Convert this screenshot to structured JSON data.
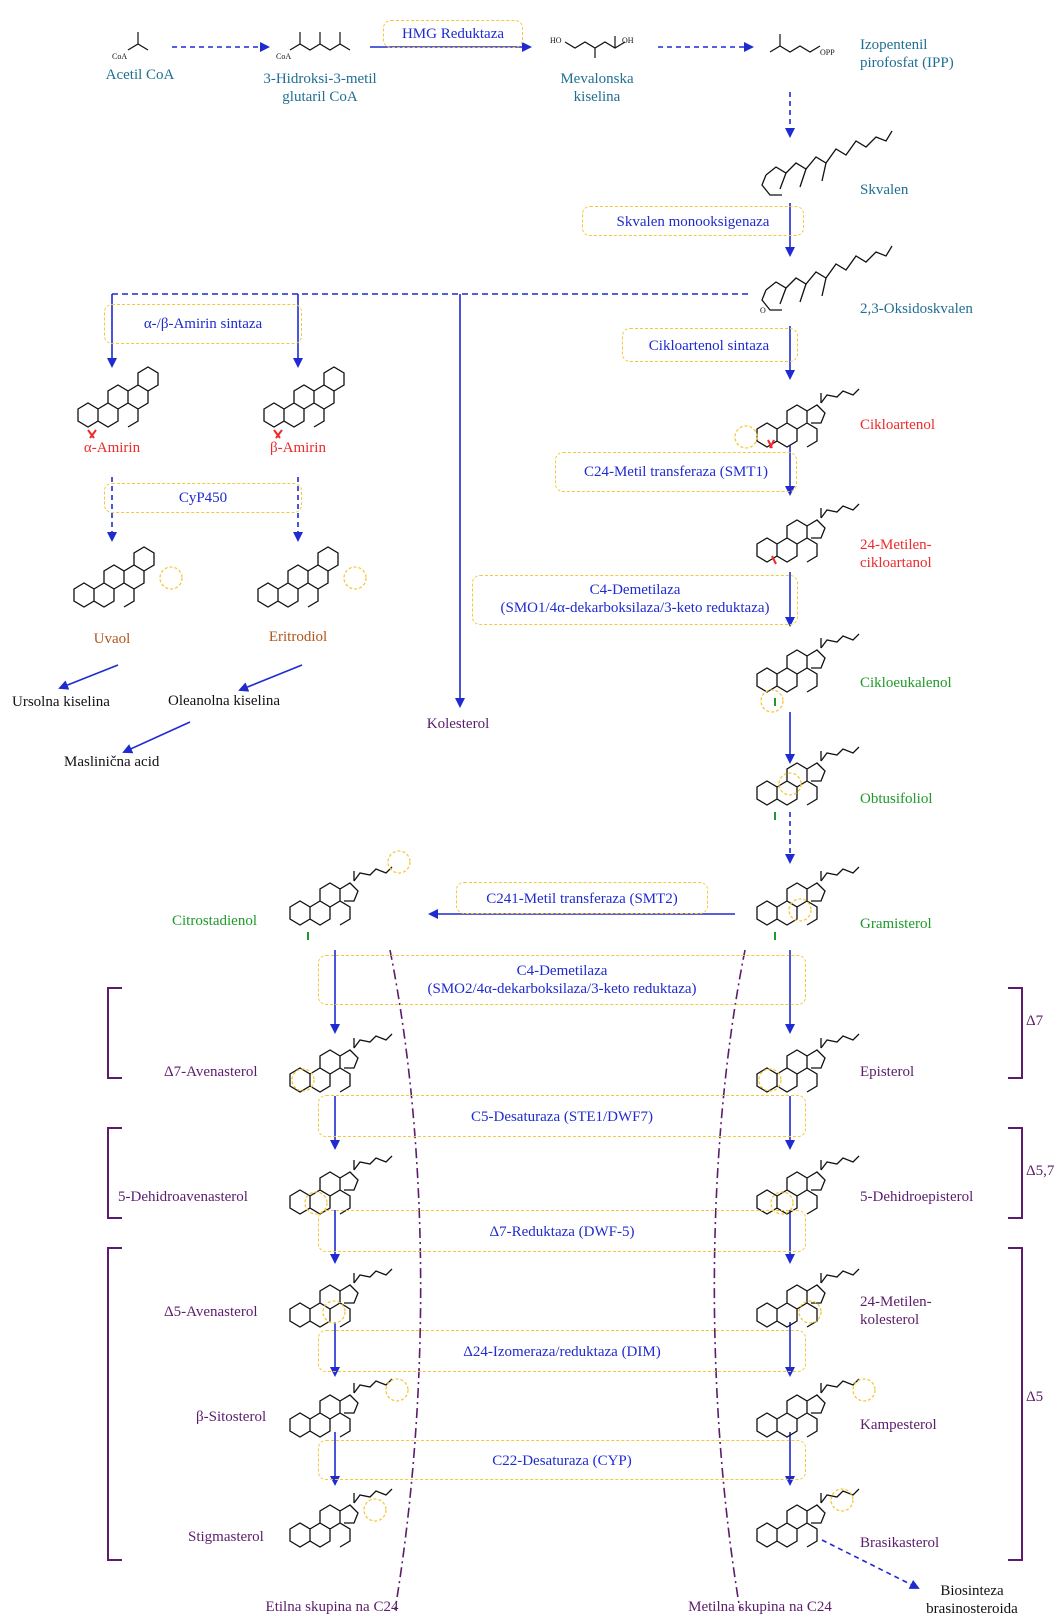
{
  "metabolites": {
    "acetil_coa": "Acetil CoA",
    "hmg_coa": "3-Hidroksi-3-metil\nglutaril CoA",
    "mevalonska": "Mevalonska\nkiselina",
    "ipp": "Izopentenil\npirofosfat (IPP)",
    "skvalen": "Skvalen",
    "oksidoskvalen": "2,3-Oksidoskvalen",
    "alfa_amirin": "α-Amirin",
    "beta_amirin": "β-Amirin",
    "uvaol": "Uvaol",
    "eritrodiol": "Eritrodiol",
    "ursolna": "Ursolna kiselina",
    "oleanolna": "Oleanolna kiselina",
    "maslinicna": "Maslinična acid",
    "kolesterol": "Kolesterol",
    "cikloartenol": "Cikloartenol",
    "metilen_cikloartanol": "24-Metilen-\ncikloartanol",
    "cikloeukalenol": "Cikloeukalenol",
    "obtusifoliol": "Obtusifoliol",
    "gramisterol": "Gramisterol",
    "citrostadienol": "Citrostadienol",
    "d7_avenasterol": "Δ7-Avenasterol",
    "episterol": "Episterol",
    "dehidroavenasterol": "5-Dehidroavenasterol",
    "dehidroepisterol": "5-Dehidroepisterol",
    "d5_avenasterol": "Δ5-Avenasterol",
    "metilen_kolesterol": "24-Metilen-\nkolesterol",
    "sitosterol": "β-Sitosterol",
    "kampesterol": "Kampesterol",
    "stigmasterol": "Stigmasterol",
    "brasikasterol": "Brasikasterol",
    "biosinteza": "Biosinteza\nbrasinosteroida"
  },
  "enzymes": {
    "hmg_reduktaza": "HMG Reduktaza",
    "skvalen_monooksigenaza": "Skvalen monooksigenaza",
    "amirin_sintaza": "α-/β-Amirin sintaza",
    "cikloartenol_sintaza": "Cikloartenol sintaza",
    "smt1": "C24-Metil transferaza (SMT1)",
    "cyp450": "CyP450",
    "smo1": "C4-Demetilaza\n(SMO1/4α-dekarboksilaza/3-keto reduktaza)",
    "smt2": "C241-Metil transferaza (SMT2)",
    "smo2": "C4-Demetilaza\n(SMO2/4α-dekarboksilaza/3-keto reduktaza)",
    "c5_desaturaza": "C5-Desaturaza (STE1/DWF7)",
    "d7_reduktaza": "Δ7-Reduktaza (DWF-5)",
    "d24_izomeraza": "Δ24-Izomeraza/reduktaza (DIM)",
    "c22_desaturaza": "C22-Desaturaza (CYP)"
  },
  "groups": {
    "delta7": "Δ7",
    "delta57": "Δ5,7",
    "delta5": "Δ5"
  },
  "bottom_labels": {
    "etilna": "Etilna skupina na C24",
    "metilna": "Metilna skupina na C24"
  },
  "structure_labels": {
    "coa": "CoA",
    "opp": "OPP",
    "ho": "HO",
    "oh": "OH",
    "o": "O"
  },
  "colors": {
    "arrow": "#1f2bd0",
    "enzyme_box": "#f3c93b",
    "bracket": "#5b1d6b",
    "divider": "#5b1d6b",
    "highlight_red": "#ee2a2a",
    "highlight_green": "#1f9a2a"
  }
}
